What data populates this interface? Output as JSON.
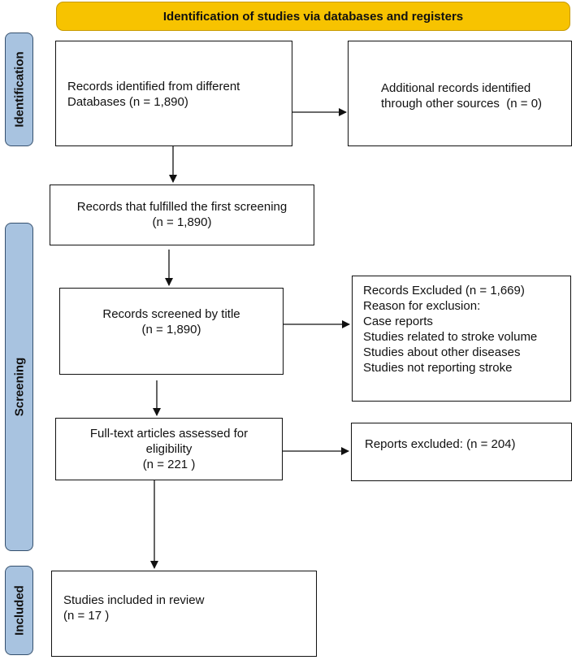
{
  "header": {
    "title": "Identification of studies via databases and registers"
  },
  "stages": {
    "identification": "Identification",
    "screening": "Screening",
    "included": "Included"
  },
  "boxes": {
    "records_identified": [
      "Records identified from different",
      "Databases (n = 1,890)"
    ],
    "additional_records": [
      "Additional records identified",
      "through other sources  (n = 0)"
    ],
    "first_screening": [
      "Records that fulfilled the first screening",
      "(n = 1,890)"
    ],
    "screened_by_title": [
      "Records screened by title",
      "(n = 1,890)"
    ],
    "records_excluded": [
      "Records Excluded (n = 1,669)",
      "Reason for exclusion:",
      "Case reports",
      "Studies related to stroke volume",
      "Studies about other diseases",
      "Studies not reporting stroke"
    ],
    "full_text": [
      "Full-text articles assessed for",
      "eligibility",
      "(n = 221 )"
    ],
    "reports_excluded": [
      "Reports excluded: (n = 204)"
    ],
    "included_studies": [
      "Studies included in review",
      "(n = 17 )"
    ]
  },
  "colors": {
    "header_fill": "#f7c300",
    "stage_fill": "#a8c3e0",
    "stage_border": "#35506e"
  }
}
